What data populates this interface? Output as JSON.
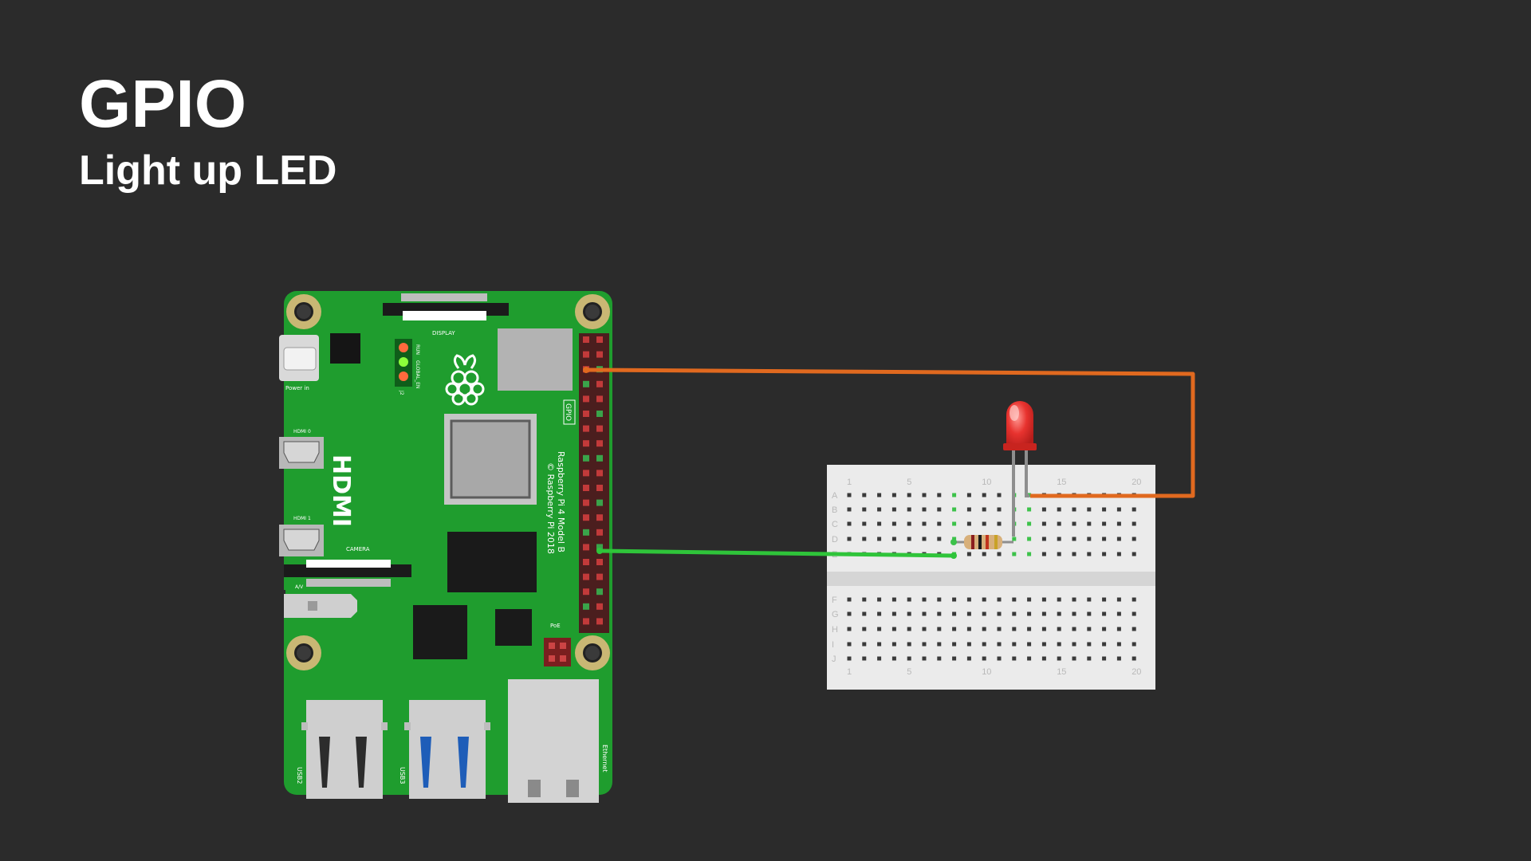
{
  "slide": {
    "title": "GPIO",
    "subtitle": "Light up LED"
  },
  "board": {
    "model_line1": "Raspberry Pi 4 Model B",
    "model_line2": "© Raspberry Pi 2018",
    "hdmi_label": "HDMI",
    "hdmi0_label": "HDMI 0",
    "hdmi1_label": "HDMI 1",
    "display_label": "DISPLAY",
    "camera_label": "CAMERA",
    "gpio_label": "GPIO",
    "power_label": "Power in",
    "led_run_label": "RUN",
    "led_global_label": "GLOBAL_EN",
    "led_j2_label": "J2",
    "av_label": "A/V",
    "poe_label": "PoE",
    "usb2_label": "USB2",
    "usb3_label": "USB3",
    "ethernet_label": "Ethernet",
    "pcb_color": "#1f9d2e",
    "logo_icon": "raspberry-logo-icon"
  },
  "breadboard": {
    "columns_top": [
      "1",
      "5",
      "10",
      "15",
      "20"
    ],
    "columns_bottom": [
      "1",
      "5",
      "10",
      "15",
      "20"
    ],
    "rows_top": [
      "A",
      "B",
      "C",
      "D",
      "E"
    ],
    "rows_bottom": [
      "F",
      "G",
      "H",
      "I",
      "J"
    ]
  },
  "components": {
    "led_color": "#e8332f",
    "resistor_color": "#d8b07a",
    "wire_orange": "#e0691f",
    "wire_green": "#2fc43a"
  }
}
